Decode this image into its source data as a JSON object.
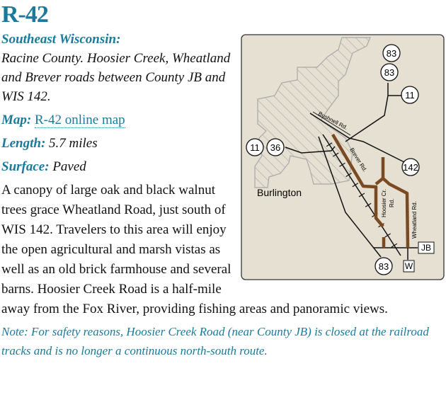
{
  "title": "R-42",
  "region": {
    "label": "Southeast Wisconsin:",
    "text": "Racine County. Hoosier Creek, Wheatland and Brever roads between County JB and WIS 142."
  },
  "map": {
    "label": "Map:",
    "link": "R-42 online map"
  },
  "length": {
    "label": "Length:",
    "value": "5.7 miles"
  },
  "surface": {
    "label": "Surface:",
    "value": "Paved"
  },
  "description": "A canopy of large oak and black walnut trees grace Wheatland Road, just south of WIS 142. Travelers to this area will enjoy the open agricultural and marsh vistas as well as an old brick farmhouse and several barns. Hoosier Creek Road is a half-mile away from the Fox River, providing fishing areas and panoramic views.",
  "note": "Note: For safety reasons, Hoosier Creek Road (near County JB) is closed at the railroad tracks and is no longer a continuous north-south route.",
  "map_figure": {
    "city": "Burlington",
    "roads": {
      "bushnell": "Bushnell Rd.",
      "brever": "Brever Rd.",
      "hoosier1": "Hoosier Cr.",
      "hoosier2": "Rd.",
      "wheatland": "Wheatland Rd."
    },
    "shields": {
      "s83a": "83",
      "s83b": "83",
      "s11a": "11",
      "s11b": "11",
      "s36": "36",
      "s142": "142",
      "s83c": "83",
      "jb": "JB",
      "w": "W"
    },
    "colors": {
      "background": "#e6e0d2",
      "route": "#7a4a22",
      "town": "#a8a8a8"
    }
  }
}
